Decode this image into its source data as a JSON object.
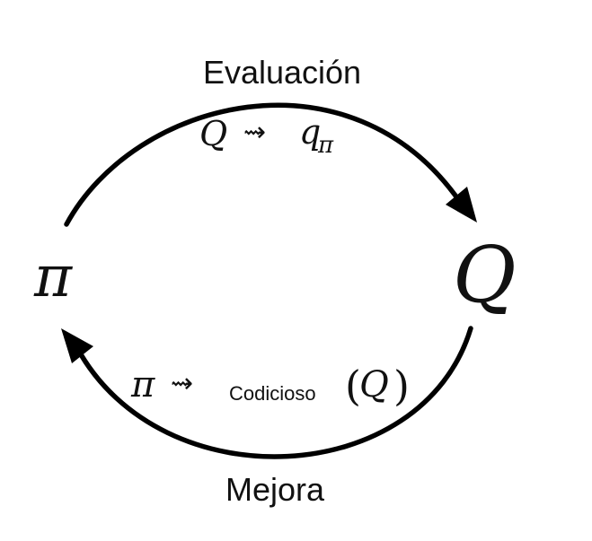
{
  "nodes": {
    "policy_symbol": "π",
    "value_symbol": "Q"
  },
  "top_process": {
    "label": "Evaluación",
    "formula": {
      "lhs": "Q",
      "arrow": "⇝",
      "rhs_base": "q",
      "rhs_subscript": "π"
    }
  },
  "bottom_process": {
    "label": "Mejora",
    "formula": {
      "lhs": "π",
      "arrow": "⇝",
      "operator_text": "Codicioso",
      "open_paren": "(",
      "argument": "Q",
      "close_paren": ")"
    }
  },
  "colors": {
    "ink": "#000000",
    "background": "#ffffff"
  }
}
